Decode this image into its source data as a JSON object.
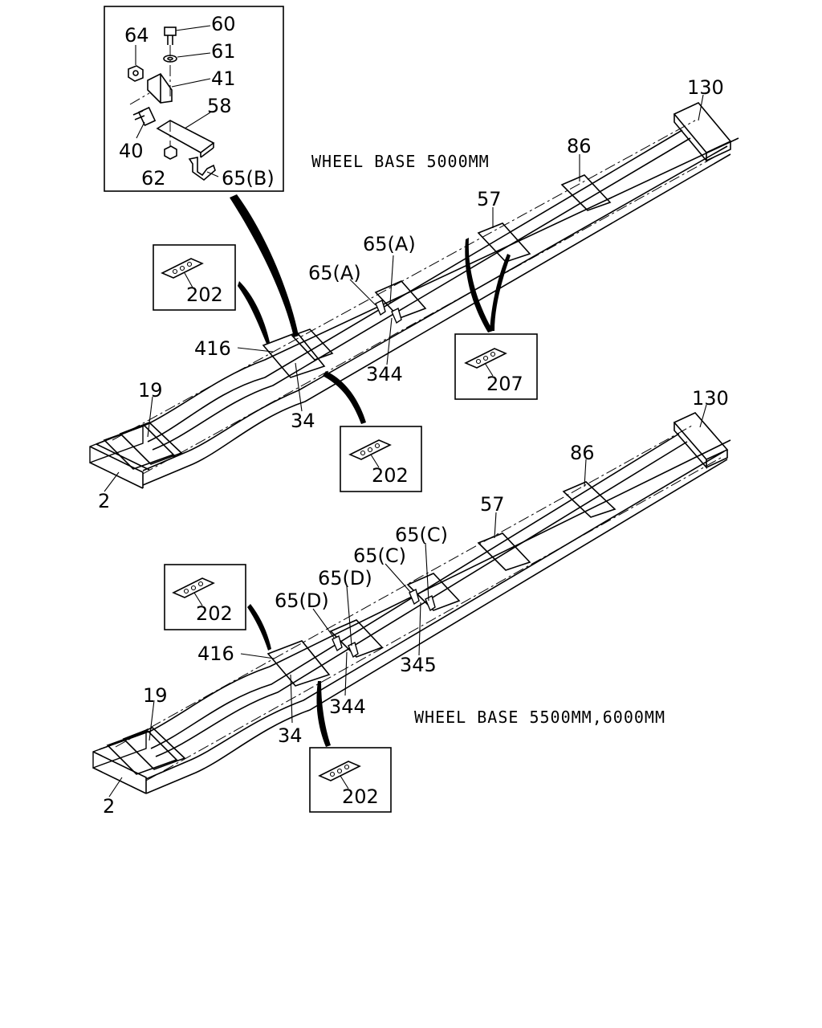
{
  "diagram_a": {
    "caption": "WHEEL BASE 5000MM",
    "detail": {
      "p60": "60",
      "p61": "61",
      "p64": "64",
      "p41": "41",
      "p58": "58",
      "p40": "40",
      "p62": "62",
      "p65b": "65(B)"
    },
    "parts": {
      "p130": "130",
      "p86": "86",
      "p57": "57",
      "p65a1": "65(A)",
      "p65a2": "65(A)",
      "p416": "416",
      "p344": "344",
      "p34": "34",
      "p19": "19",
      "p2": "2"
    },
    "insets": {
      "i202a": "202",
      "i202b": "202",
      "i207": "207"
    }
  },
  "diagram_b": {
    "caption": "WHEEL BASE 5500MM,6000MM",
    "parts": {
      "p130": "130",
      "p86": "86",
      "p57": "57",
      "p65c1": "65(C)",
      "p65c2": "65(C)",
      "p65d1": "65(D)",
      "p65d2": "65(D)",
      "p416": "416",
      "p345": "345",
      "p344": "344",
      "p34": "34",
      "p19": "19",
      "p2": "2"
    },
    "insets": {
      "i202a": "202",
      "i202b": "202"
    }
  }
}
